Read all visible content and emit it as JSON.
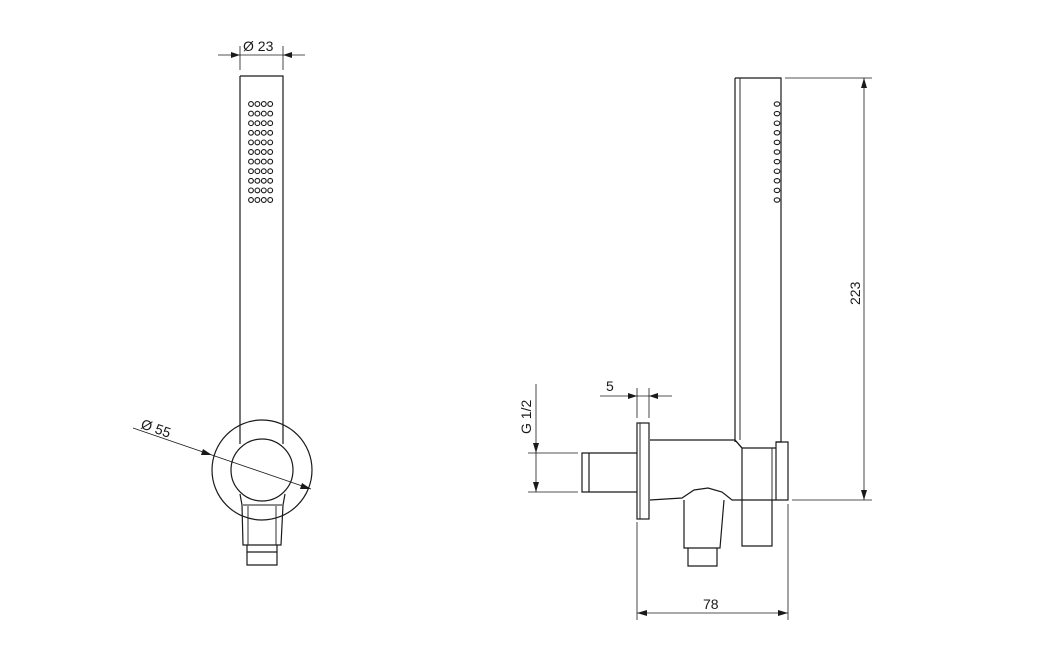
{
  "dimensions": {
    "diameter_handle": "Ø 23",
    "diameter_flange": "Ø 55",
    "total_height": "223",
    "depth": "78",
    "flange_thickness": "5",
    "thread": "G 1/2"
  },
  "colors": {
    "line": "#1a1a1a",
    "background": "#ffffff"
  }
}
